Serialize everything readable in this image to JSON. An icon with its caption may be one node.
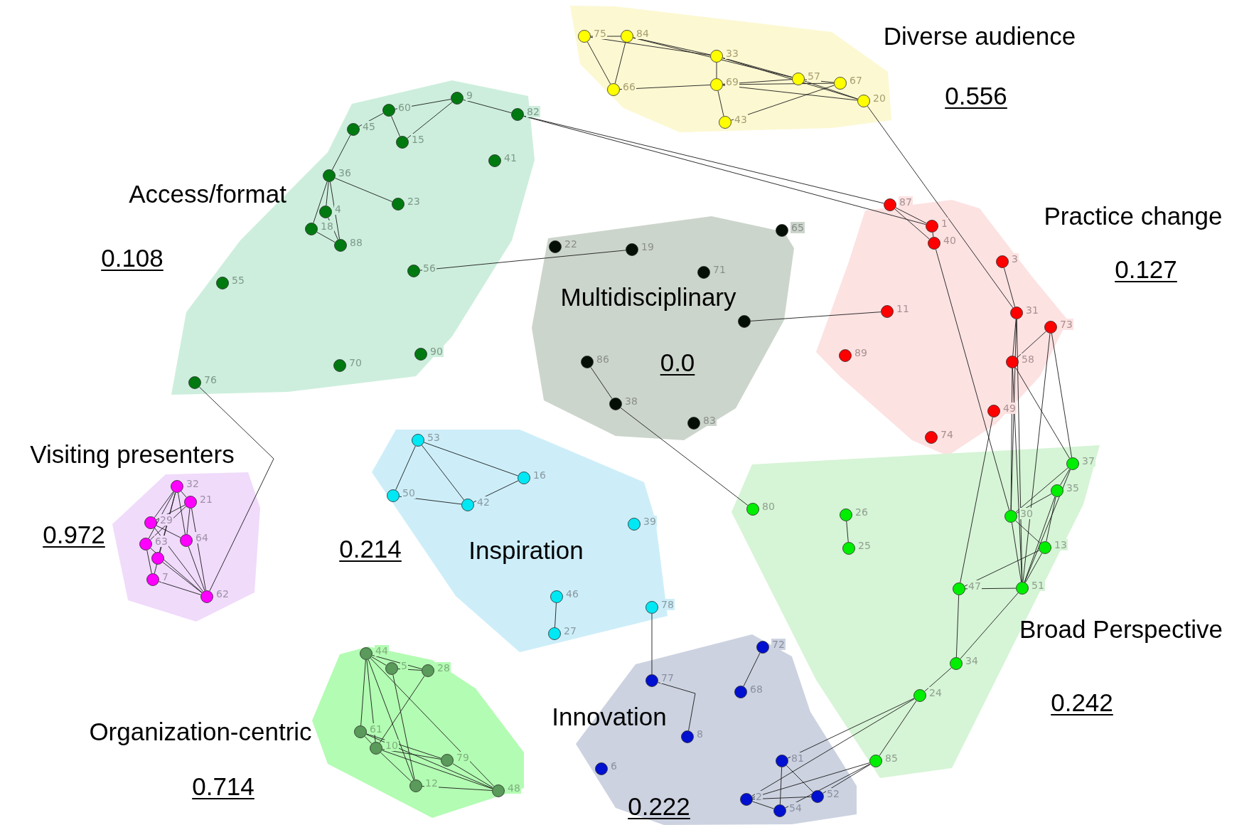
{
  "diagram": {
    "nodes": [
      {
        "text": [
          "Diverse audience",
          "0.556"
        ]
      },
      {
        "text": [
          "75"
        ],
        "in": 0
      },
      {
        "text": [
          "84"
        ],
        "in": 0
      },
      {
        "text": [
          "33"
        ],
        "in": 0
      },
      {
        "text": [
          "66"
        ],
        "in": 0
      },
      {
        "text": [
          "69"
        ],
        "in": 0
      },
      {
        "text": [
          "57"
        ],
        "in": 0
      },
      {
        "text": [
          "67"
        ],
        "in": 0
      },
      {
        "text": [
          "20"
        ],
        "in": 0
      },
      {
        "text": [
          "43"
        ],
        "in": 0
      },
      {
        "text": [
          "Access/format",
          "0.108"
        ]
      },
      {
        "text": [
          "60"
        ],
        "in": 10
      },
      {
        "text": [
          "9"
        ],
        "in": 10
      },
      {
        "text": [
          "82"
        ],
        "in": 10
      },
      {
        "text": [
          "45"
        ],
        "in": 10
      },
      {
        "text": [
          "15"
        ],
        "in": 10
      },
      {
        "text": [
          "41"
        ],
        "in": 10
      },
      {
        "text": [
          "36"
        ],
        "in": 10
      },
      {
        "text": [
          "23"
        ],
        "in": 10
      },
      {
        "text": [
          "4"
        ],
        "in": 10
      },
      {
        "text": [
          "18"
        ],
        "in": 10
      },
      {
        "text": [
          "88"
        ],
        "in": 10
      },
      {
        "text": [
          "56"
        ],
        "in": 10
      },
      {
        "text": [
          "55"
        ],
        "in": 10
      },
      {
        "text": [
          "90"
        ],
        "in": 10
      },
      {
        "text": [
          "70"
        ],
        "in": 10
      },
      {
        "text": [
          "76"
        ],
        "in": 10
      },
      {
        "text": [
          "Multidisciplinary",
          "0.0"
        ]
      },
      {
        "text": [
          "22"
        ],
        "in": 27
      },
      {
        "text": [
          "19"
        ],
        "in": 27
      },
      {
        "text": [
          "65"
        ],
        "in": 27
      },
      {
        "text": [
          "71"
        ],
        "in": 27
      },
      {
        "text": [],
        "shape": "circle",
        "in": 27
      },
      {
        "text": [
          "86"
        ],
        "in": 27
      },
      {
        "text": [
          "38"
        ],
        "in": 27
      },
      {
        "text": [
          "83"
        ],
        "in": 27
      },
      {
        "text": [
          "Practice change",
          "0.127"
        ]
      },
      {
        "text": [
          "87"
        ],
        "in": 36
      },
      {
        "text": [
          "1"
        ],
        "in": 36
      },
      {
        "text": [
          "40"
        ],
        "in": 36
      },
      {
        "text": [
          "3"
        ],
        "in": 36
      },
      {
        "text": [
          "11"
        ],
        "in": 36
      },
      {
        "text": [
          "31"
        ],
        "in": 36
      },
      {
        "text": [
          "73"
        ],
        "in": 36
      },
      {
        "text": [
          "89"
        ],
        "in": 36
      },
      {
        "text": [
          "58"
        ],
        "in": 36
      },
      {
        "text": [
          "49"
        ],
        "in": 36
      },
      {
        "text": [
          "74"
        ],
        "in": 36
      },
      {
        "text": [
          "Visiting presenters",
          "0.972"
        ]
      },
      {
        "text": [
          "32"
        ],
        "in": 48
      },
      {
        "text": [
          "21"
        ],
        "in": 48
      },
      {
        "text": [
          "29"
        ],
        "in": 48
      },
      {
        "text": [
          "63"
        ],
        "in": 48
      },
      {
        "text": [
          "64"
        ],
        "in": 48
      },
      {
        "text": [],
        "shape": "circle",
        "in": 48
      },
      {
        "text": [
          "7"
        ],
        "in": 48
      },
      {
        "text": [
          "62"
        ],
        "in": 48
      },
      {
        "text": [
          "0.214",
          "Inspiration"
        ]
      },
      {
        "text": [
          "53"
        ],
        "in": 57
      },
      {
        "text": [
          "16"
        ],
        "in": 57
      },
      {
        "text": [
          "50"
        ],
        "in": 57
      },
      {
        "text": [
          "42"
        ],
        "in": 57
      },
      {
        "text": [
          "39"
        ],
        "in": 57
      },
      {
        "text": [
          "46"
        ],
        "in": 57
      },
      {
        "text": [
          "78"
        ],
        "in": 57
      },
      {
        "text": [
          "27"
        ],
        "in": 57
      },
      {
        "text": [
          "Broad Perspective",
          "0.242"
        ]
      },
      {
        "text": [
          "37"
        ],
        "in": 66
      },
      {
        "text": [
          "35"
        ],
        "in": 66
      },
      {
        "text": [
          "80"
        ],
        "in": 66
      },
      {
        "text": [
          "26"
        ],
        "in": 66
      },
      {
        "text": [
          "30"
        ],
        "in": 66
      },
      {
        "text": [
          "13"
        ],
        "in": 66
      },
      {
        "text": [
          "25"
        ],
        "in": 66
      },
      {
        "text": [
          "51"
        ],
        "in": 66
      },
      {
        "text": [
          "47"
        ],
        "in": 66
      },
      {
        "text": [
          "34"
        ],
        "in": 66
      },
      {
        "text": [
          "24"
        ],
        "in": 66
      },
      {
        "text": [
          "85"
        ],
        "in": 66
      },
      {
        "text": [
          "Organization-centric",
          "0.714"
        ]
      },
      {
        "text": [
          "44"
        ],
        "in": 79
      },
      {
        "text": [
          "5"
        ],
        "in": 79
      },
      {
        "text": [
          "28"
        ],
        "in": 79
      },
      {
        "text": [
          "61"
        ],
        "in": 79
      },
      {
        "text": [
          "10"
        ],
        "in": 79
      },
      {
        "text": [
          "79"
        ],
        "in": 79
      },
      {
        "text": [
          "12"
        ],
        "in": 79
      },
      {
        "text": [
          "48"
        ],
        "in": 79
      },
      {
        "text": [
          "Innovation",
          "0.222"
        ]
      },
      {
        "text": [
          "72"
        ],
        "in": 88
      },
      {
        "text": [
          "77"
        ],
        "in": 88
      },
      {
        "text": [
          "68"
        ],
        "in": 88
      },
      {
        "text": [
          "8"
        ],
        "in": 88
      },
      {
        "text": [
          "6"
        ],
        "in": 88
      },
      {
        "text": [
          "81"
        ],
        "in": 88
      },
      {
        "text": [
          "52"
        ],
        "in": 88
      },
      {
        "text": [
          "2"
        ],
        "in": 88
      },
      {
        "text": [
          "54"
        ],
        "in": 88
      }
    ],
    "edges": [
      {
        "from": 1,
        "to": 4,
        "arrow": "none"
      },
      {
        "from": 2,
        "to": 4,
        "arrow": "none"
      },
      {
        "from": 1,
        "to": 2,
        "arrow": "none"
      },
      {
        "from": 1,
        "to": 3,
        "arrow": "none"
      },
      {
        "from": 2,
        "to": 3,
        "arrow": "none"
      },
      {
        "from": 2,
        "to": 6,
        "arrow": "none"
      },
      {
        "from": 4,
        "to": 5,
        "arrow": "none"
      },
      {
        "from": 3,
        "to": 5,
        "arrow": "none"
      },
      {
        "from": 5,
        "to": 9,
        "arrow": "none"
      },
      {
        "from": 3,
        "to": 6,
        "arrow": "none"
      },
      {
        "from": 3,
        "to": 8,
        "arrow": "none"
      },
      {
        "from": 5,
        "to": 6,
        "arrow": "none"
      },
      {
        "from": 5,
        "to": 7,
        "arrow": "none"
      },
      {
        "from": 5,
        "to": 8,
        "arrow": "none"
      },
      {
        "from": 9,
        "to": 7,
        "arrow": "none"
      },
      {
        "from": 6,
        "to": 7,
        "arrow": "none"
      },
      {
        "from": 6,
        "to": 8,
        "arrow": "none"
      },
      {
        "from": 11,
        "to": 14,
        "arrow": "none"
      },
      {
        "from": 11,
        "to": 15,
        "arrow": "none"
      },
      {
        "from": 11,
        "to": 12,
        "arrow": "none"
      },
      {
        "from": 12,
        "to": 15,
        "arrow": "none"
      },
      {
        "from": 12,
        "to": 13,
        "arrow": "none"
      },
      {
        "from": 14,
        "to": 17,
        "arrow": "none"
      },
      {
        "from": 17,
        "to": 18,
        "arrow": "none"
      },
      {
        "from": 17,
        "to": 20,
        "arrow": "none"
      },
      {
        "from": 17,
        "to": 19,
        "arrow": "none"
      },
      {
        "from": 17,
        "to": 21,
        "arrow": "none"
      },
      {
        "from": 20,
        "to": 21,
        "arrow": "none"
      },
      {
        "from": 19,
        "to": 21,
        "arrow": "none"
      },
      {
        "from": 26,
        "to": 56,
        "arrow": "none"
      },
      {
        "from": 22,
        "to": 29,
        "arrow": "none"
      },
      {
        "from": 13,
        "to": 37,
        "arrow": "none"
      },
      {
        "from": 13,
        "to": 38,
        "arrow": "none"
      },
      {
        "from": 32,
        "to": 41,
        "arrow": "none"
      },
      {
        "from": 33,
        "to": 34,
        "arrow": "none"
      },
      {
        "from": 34,
        "to": 69,
        "arrow": "none"
      },
      {
        "from": 37,
        "to": 38,
        "arrow": "none"
      },
      {
        "from": 37,
        "to": 39,
        "arrow": "none"
      },
      {
        "from": 38,
        "to": 39,
        "arrow": "none"
      },
      {
        "from": 39,
        "to": 71,
        "arrow": "none"
      },
      {
        "from": 8,
        "to": 42,
        "arrow": "none"
      },
      {
        "from": 40,
        "to": 42,
        "arrow": "none"
      },
      {
        "from": 42,
        "to": 45,
        "arrow": "none"
      },
      {
        "from": 42,
        "to": 74,
        "arrow": "none"
      },
      {
        "from": 42,
        "to": 71,
        "arrow": "none"
      },
      {
        "from": 43,
        "to": 45,
        "arrow": "none"
      },
      {
        "from": 43,
        "to": 67,
        "arrow": "none"
      },
      {
        "from": 43,
        "to": 74,
        "arrow": "none"
      },
      {
        "from": 45,
        "to": 67,
        "arrow": "none"
      },
      {
        "from": 45,
        "to": 71,
        "arrow": "none"
      },
      {
        "from": 46,
        "to": 75,
        "arrow": "none"
      },
      {
        "from": 45,
        "to": 74,
        "arrow": "none"
      },
      {
        "from": 67,
        "to": 68,
        "arrow": "none"
      },
      {
        "from": 67,
        "to": 71,
        "arrow": "none"
      },
      {
        "from": 68,
        "to": 71,
        "arrow": "none"
      },
      {
        "from": 68,
        "to": 72,
        "arrow": "none"
      },
      {
        "from": 68,
        "to": 74,
        "arrow": "none"
      },
      {
        "from": 67,
        "to": 74,
        "arrow": "none"
      },
      {
        "from": 71,
        "to": 72,
        "arrow": "none"
      },
      {
        "from": 71,
        "to": 74,
        "arrow": "none"
      },
      {
        "from": 72,
        "to": 75,
        "arrow": "none"
      },
      {
        "from": 72,
        "to": 74,
        "arrow": "none"
      },
      {
        "from": 75,
        "to": 74,
        "arrow": "none"
      },
      {
        "from": 75,
        "to": 76,
        "arrow": "none"
      },
      {
        "from": 74,
        "to": 76,
        "arrow": "none"
      },
      {
        "from": 76,
        "to": 77,
        "arrow": "none"
      },
      {
        "from": 77,
        "to": 78,
        "arrow": "none"
      },
      {
        "from": 70,
        "to": 73,
        "arrow": "none"
      },
      {
        "from": 77,
        "to": 94,
        "arrow": "none"
      },
      {
        "from": 77,
        "to": 96,
        "arrow": "none"
      },
      {
        "from": 78,
        "to": 95,
        "arrow": "none"
      },
      {
        "from": 78,
        "to": 97,
        "arrow": "none"
      },
      {
        "from": 78,
        "to": 96,
        "arrow": "none"
      },
      {
        "from": 64,
        "to": 90,
        "arrow": "none"
      },
      {
        "from": 90,
        "to": 92,
        "arrow": "none"
      },
      {
        "from": 89,
        "to": 91,
        "arrow": "none"
      },
      {
        "from": 94,
        "to": 97,
        "arrow": "none"
      },
      {
        "from": 96,
        "to": 97,
        "arrow": "none"
      },
      {
        "from": 96,
        "to": 95,
        "arrow": "none"
      },
      {
        "from": 94,
        "to": 95,
        "arrow": "none"
      },
      {
        "from": 58,
        "to": 60,
        "arrow": "none"
      },
      {
        "from": 58,
        "to": 61,
        "arrow": "none"
      },
      {
        "from": 58,
        "to": 59,
        "arrow": "none"
      },
      {
        "from": 60,
        "to": 61,
        "arrow": "none"
      },
      {
        "from": 61,
        "to": 59,
        "arrow": "none"
      },
      {
        "from": 63,
        "to": 65,
        "arrow": "none"
      },
      {
        "from": 49,
        "to": 51,
        "arrow": "none"
      },
      {
        "from": 49,
        "to": 52,
        "arrow": "none"
      },
      {
        "from": 49,
        "to": 53,
        "arrow": "none"
      },
      {
        "from": 49,
        "to": 55,
        "arrow": "none"
      },
      {
        "from": 49,
        "to": 50,
        "arrow": "none"
      },
      {
        "from": 50,
        "to": 51,
        "arrow": "none"
      },
      {
        "from": 50,
        "to": 52,
        "arrow": "none"
      },
      {
        "from": 50,
        "to": 53,
        "arrow": "none"
      },
      {
        "from": 50,
        "to": 56,
        "arrow": "none"
      },
      {
        "from": 51,
        "to": 56,
        "arrow": "none"
      },
      {
        "from": 52,
        "to": 56,
        "arrow": "none"
      },
      {
        "from": 53,
        "to": 56,
        "arrow": "none"
      },
      {
        "from": 55,
        "to": 56,
        "arrow": "none"
      },
      {
        "from": 51,
        "to": 53,
        "arrow": "none"
      },
      {
        "from": 52,
        "to": 55,
        "arrow": "none"
      },
      {
        "from": 54,
        "to": 56,
        "arrow": "none"
      },
      {
        "from": 54,
        "to": 49,
        "arrow": "none"
      },
      {
        "from": 80,
        "to": 81,
        "arrow": "none"
      },
      {
        "from": 80,
        "to": 82,
        "arrow": "none"
      },
      {
        "from": 80,
        "to": 83,
        "arrow": "none"
      },
      {
        "from": 80,
        "to": 84,
        "arrow": "none"
      },
      {
        "from": 80,
        "to": 86,
        "arrow": "none"
      },
      {
        "from": 80,
        "to": 87,
        "arrow": "none"
      },
      {
        "from": 81,
        "to": 82,
        "arrow": "none"
      },
      {
        "from": 81,
        "to": 86,
        "arrow": "none"
      },
      {
        "from": 82,
        "to": 84,
        "arrow": "none"
      },
      {
        "from": 83,
        "to": 84,
        "arrow": "none"
      },
      {
        "from": 83,
        "to": 85,
        "arrow": "none"
      },
      {
        "from": 83,
        "to": 87,
        "arrow": "none"
      },
      {
        "from": 84,
        "to": 86,
        "arrow": "none"
      },
      {
        "from": 84,
        "to": 85,
        "arrow": "none"
      },
      {
        "from": 84,
        "to": 87,
        "arrow": "none"
      },
      {
        "from": 86,
        "to": 87,
        "arrow": "none"
      },
      {
        "from": 85,
        "to": 87,
        "arrow": "none"
      }
    ]
  }
}
